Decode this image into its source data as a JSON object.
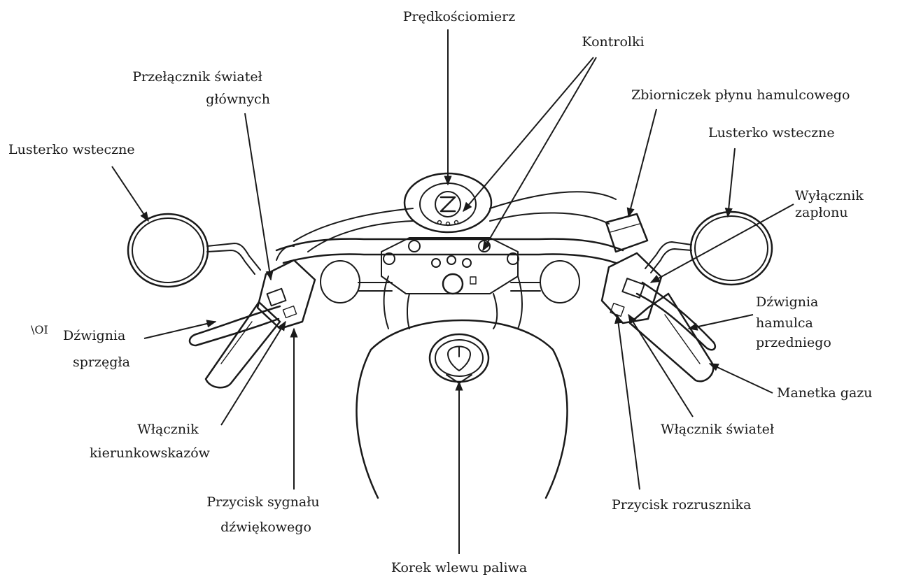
{
  "labels": {
    "speedometer": "Prędkościomierz",
    "indicators": "Kontrolki",
    "headlight_switch_l1": "Przełącznik świateł",
    "headlight_switch_l2": "głównych",
    "brake_fluid_reservoir": "Zbiorniczek płynu hamulcowego",
    "mirror_left": "Lusterko wsteczne",
    "mirror_right": "Lusterko wsteczne",
    "ignition_l1": "Wyłącznik",
    "ignition_l2": "zapłonu",
    "fragment_text": "\\OI",
    "clutch_lever_l1": "Dźwignia",
    "clutch_lever_l2": "sprzęgła",
    "front_brake_l1": "Dźwignia",
    "front_brake_l2": "hamulca",
    "front_brake_l3": "przedniego",
    "throttle": "Manetka gazu",
    "turn_signal_l1": "Włącznik",
    "turn_signal_l2": "kierunkowskazów",
    "lights_switch": "Włącznik świateł",
    "horn_l1": "Przycisk sygnału",
    "horn_l2": "dźwiękowego",
    "starter": "Przycisk rozrusznika",
    "fuel_cap": "Korek wlewu paliwa"
  },
  "colors": {
    "ink": "#1a1a1a",
    "background": "#ffffff"
  }
}
